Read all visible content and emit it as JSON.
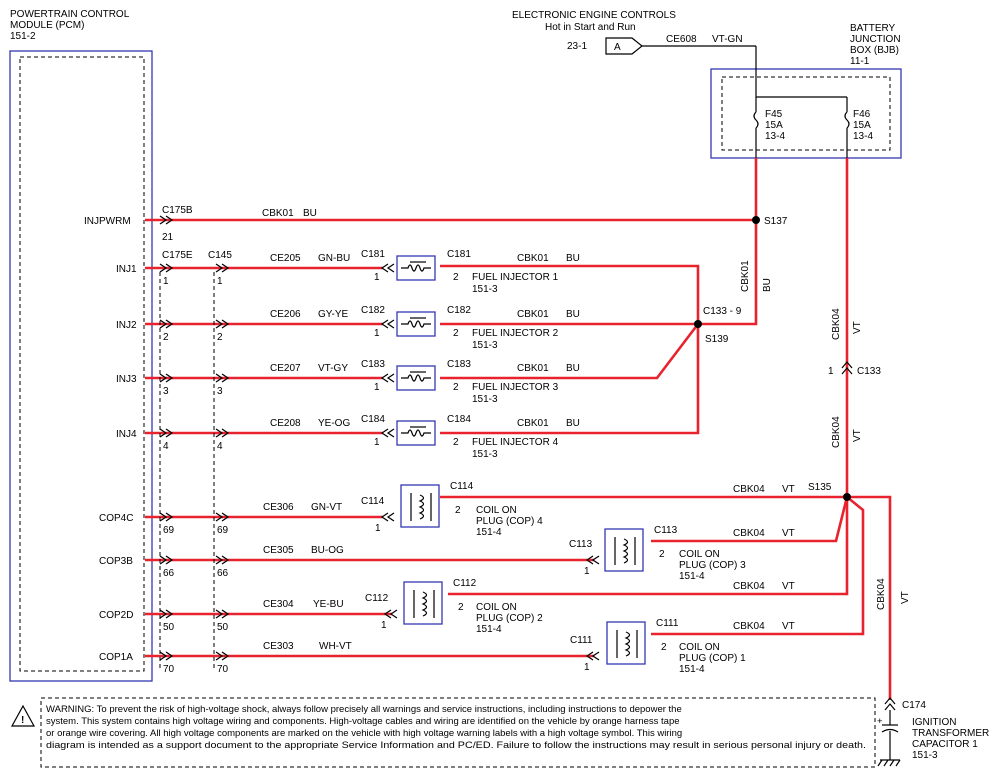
{
  "pcm": {
    "title1": "POWERTRAIN CONTROL",
    "title2": "MODULE (PCM)",
    "ref": "151-2"
  },
  "eec": {
    "title": "ELECTRONIC ENGINE CONTROLS",
    "sub": "Hot in Start and Run",
    "ref": "23-1",
    "connector_label": "A",
    "circuit": "CE608",
    "color": "VT-GN"
  },
  "bjb": {
    "title1": "BATTERY",
    "title2": "JUNCTION",
    "title3": "BOX (BJB)",
    "ref": "11-1",
    "fuses": [
      {
        "name": "F45",
        "rating": "15A",
        "ref": "13-4"
      },
      {
        "name": "F46",
        "rating": "15A",
        "ref": "13-4"
      }
    ]
  },
  "pins": [
    {
      "label": "INJPWRM",
      "connector": "C175B",
      "pin": "21",
      "circuit": "CBK01",
      "color": "BU"
    },
    {
      "label": "INJ1",
      "connector": "C175E",
      "pin": "1",
      "connector2": "C145",
      "pin2": "1"
    },
    {
      "label": "INJ2",
      "pin": "2",
      "pin2": "2"
    },
    {
      "label": "INJ3",
      "pin": "3",
      "pin2": "3"
    },
    {
      "label": "INJ4",
      "pin": "4",
      "pin2": "4"
    },
    {
      "label": "COP4C",
      "pin": "69",
      "pin2": "69"
    },
    {
      "label": "COP3B",
      "pin": "66",
      "pin2": "66"
    },
    {
      "label": "COP2D",
      "pin": "50",
      "pin2": "50"
    },
    {
      "label": "COP1A",
      "pin": "70",
      "pin2": "70"
    }
  ],
  "injectors": [
    {
      "circuit": "CE205",
      "color": "GN-BU",
      "connector": "C181",
      "pin_in": "1",
      "pin_out": "2",
      "out_circuit": "CBK01",
      "out_color": "BU",
      "name": "FUEL INJECTOR 1",
      "ref": "151-3"
    },
    {
      "circuit": "CE206",
      "color": "GY-YE",
      "connector": "C182",
      "pin_in": "1",
      "pin_out": "2",
      "out_circuit": "CBK01",
      "out_color": "BU",
      "name": "FUEL INJECTOR 2",
      "ref": "151-3"
    },
    {
      "circuit": "CE207",
      "color": "VT-GY",
      "connector": "C183",
      "pin_in": "1",
      "pin_out": "2",
      "out_circuit": "CBK01",
      "out_color": "BU",
      "name": "FUEL INJECTOR 3",
      "ref": "151-3"
    },
    {
      "circuit": "CE208",
      "color": "YE-OG",
      "connector": "C184",
      "pin_in": "1",
      "pin_out": "2",
      "out_circuit": "CBK01",
      "out_color": "BU",
      "name": "FUEL INJECTOR 4",
      "ref": "151-3"
    }
  ],
  "coils": [
    {
      "circuit": "CE306",
      "color": "GN-VT",
      "connector": "C114",
      "pin_in": "1",
      "pin_out": "2",
      "out_circuit": "CBK04",
      "out_color": "VT",
      "name1": "COIL ON",
      "name2": "PLUG (COP) 4",
      "ref": "151-4"
    },
    {
      "circuit": "CE305",
      "color": "BU-OG",
      "connector": "C113",
      "pin_in": "1",
      "pin_out": "2",
      "out_circuit": "CBK04",
      "out_color": "VT",
      "name1": "COIL ON",
      "name2": "PLUG (COP) 3",
      "ref": "151-4"
    },
    {
      "circuit": "CE304",
      "color": "YE-BU",
      "connector": "C112",
      "pin_in": "1",
      "pin_out": "2",
      "out_circuit": "CBK04",
      "out_color": "VT",
      "name1": "COIL ON",
      "name2": "PLUG (COP) 2",
      "ref": "151-4"
    },
    {
      "circuit": "CE303",
      "color": "WH-VT",
      "connector": "C111",
      "pin_in": "1",
      "pin_out": "2",
      "out_circuit": "CBK04",
      "out_color": "VT",
      "name1": "COIL ON",
      "name2": "PLUG (COP) 1",
      "ref": "151-4"
    }
  ],
  "splices": {
    "s137": "S137",
    "s139": "S139",
    "s135": "S135"
  },
  "vertical_labels": {
    "cbk01": "CBK01",
    "bu": "BU",
    "c133_label": "C133 -  9",
    "cbk04": "CBK04",
    "vt": "VT",
    "c133b": "C133",
    "c133b_pin": "1"
  },
  "capacitor": {
    "connector": "C174",
    "name1": "IGNITION",
    "name2": "TRANSFORMER",
    "name3": "CAPACITOR 1",
    "ref": "151-3"
  },
  "warning": {
    "title": "WARNING:",
    "lines": [
      "WARNING: To prevent the risk of high-voltage shock, always follow precisely all warnings and service instructions, including instructions to depower the",
      "system. This system contains high voltage wiring and components. High-voltage cables and wiring are identified on the vehicle by orange harness tape",
      "or orange wire covering. All high voltage components are marked on the vehicle with high voltage warning labels with a high voltage symbol. This wiring",
      "diagram is intended as a support document to the appropriate Service Information and PC/ED.  Failure to follow the instructions may result in serious personal injury or death."
    ]
  },
  "colors": {
    "wire": "#e8232d",
    "box": "#3338b0"
  }
}
